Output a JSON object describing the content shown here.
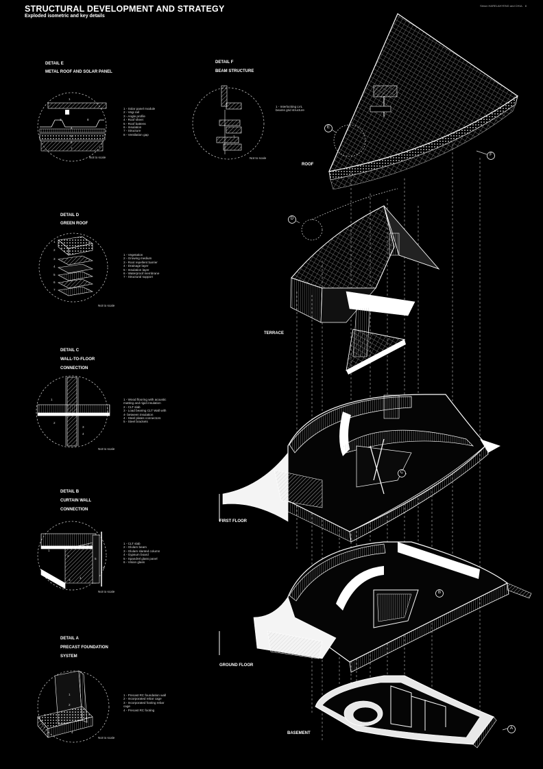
{
  "header": {
    "title": "STRUCTURAL DEVELOPMENT AND STRATEGY",
    "subtitle": "Exploded isometric and key details",
    "corner_note": "Simon HARELAHYENG and CHUL",
    "page_number": "8"
  },
  "details": {
    "e": {
      "label": "DETAIL E",
      "name": "METAL ROOF AND SOLAR PANEL",
      "legend": "1 - Solar panel module\n2 - Vegi rail\n3 - Angle profile\n4 - Roof sheet\n5 - Roof battens\n6 - Insulation\n7 - Structure\n8 - Ventilation gap",
      "scale": "Not to scale",
      "numbers": [
        "1",
        "2",
        "3",
        "8",
        "4",
        "5",
        "6",
        "7"
      ]
    },
    "f": {
      "label": "DETAIL F",
      "name": "BEAM STRUCTURE",
      "legend": "1 - Interlocking LVL\nbeams grid structure",
      "scale": "Not to scale",
      "numbers": [
        "1"
      ]
    },
    "d": {
      "label": "DETAIL D",
      "name": "GREEN ROOF",
      "legend": "1 - Vegetation\n2 - Growing medium\n3 - Root repellent barrier\n4 - Drainage layer\n5 - Insulation layer\n6 - Waterproof membrane\n7 - Structural support",
      "scale": "Not to scale",
      "numbers": [
        "1",
        "2",
        "3",
        "4",
        "5",
        "6",
        "7"
      ]
    },
    "c": {
      "label": "DETAIL C",
      "name_line1": "WALL-TO-FLOOR",
      "name_line2": "CONNECTION",
      "legend": "1 - Wood flooring with acoustic\nmatting and rigid insulation\n2 - CLT slab\n3 - Load bearing CLT Wall with\n4- between insulation\n4 - Steel plates connectors\n5 - Steel brackets",
      "scale": "Not to scale",
      "numbers": [
        "1",
        "2",
        "3",
        "4"
      ]
    },
    "b": {
      "label": "DETAIL B",
      "name_line1": "CURTAIN WALL",
      "name_line2": "CONNECTION",
      "legend": "1 - CLT slab\n2 - Glulam beam\n3 - Glulam slanted column\n4 - Gypsum board\n5 - Spandrel glass panel\n6 - Vision glass",
      "scale": "Not to scale",
      "numbers": [
        "1",
        "2",
        "3",
        "4",
        "5",
        "6"
      ]
    },
    "a": {
      "label": "DETAIL A",
      "name_line1": "PRECAST FOUNDATION",
      "name_line2": "SYSTEM",
      "legend": "1 - Precast RC foundation wall\n2 - Incorporated rebar cage\n3 - Incorporated footing rebar\ncage\n4 - Precast RC footing",
      "scale": "Not to scale",
      "numbers": [
        "1",
        "2",
        "3",
        "4"
      ]
    }
  },
  "floors": {
    "roof": "ROOF",
    "terrace": "TERRACE",
    "first": "FIRST FLOOR",
    "ground": "GROUND FLOOR",
    "basement": "BASEMENT"
  },
  "callouts": {
    "e": "E",
    "f": "F",
    "d": "D",
    "c": "C",
    "b": "B",
    "a": "A"
  }
}
